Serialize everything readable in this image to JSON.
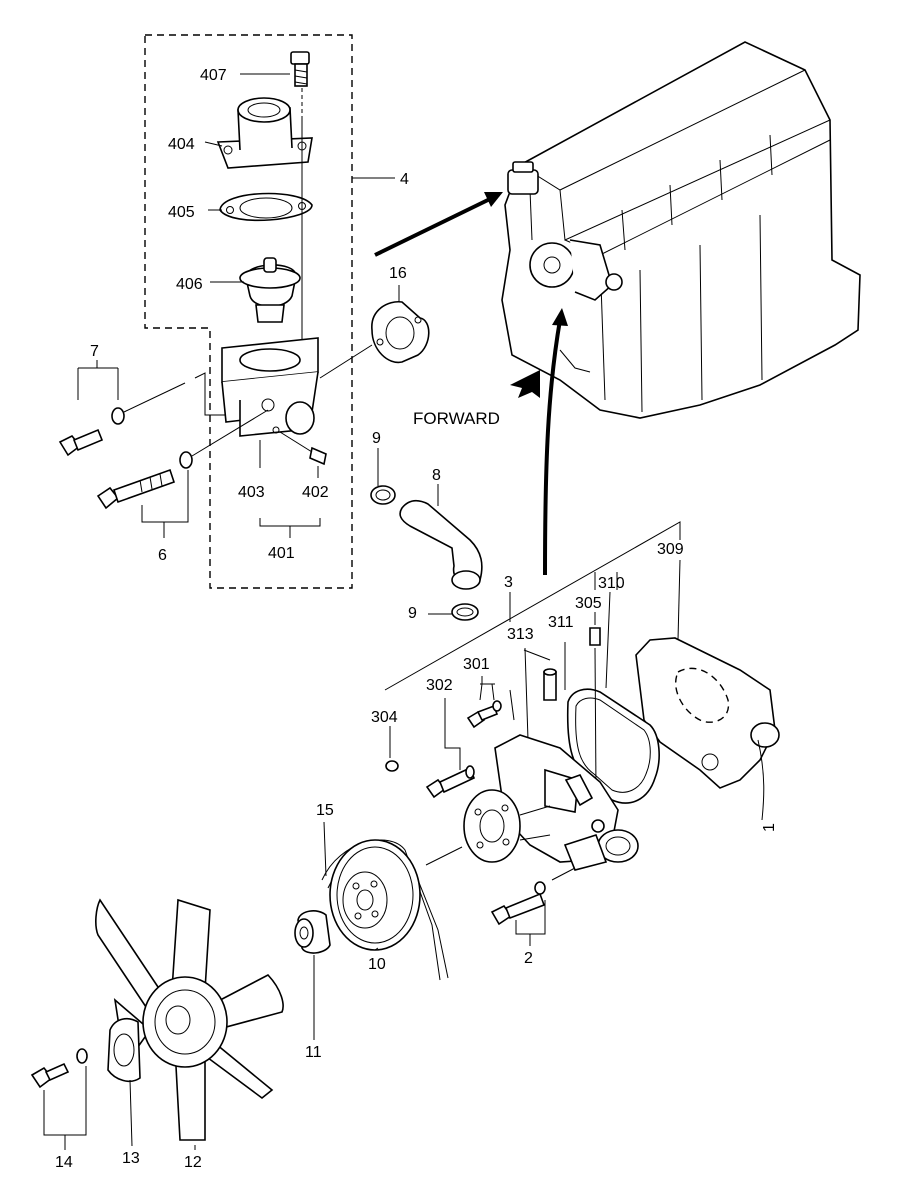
{
  "forward_label": "FORWARD",
  "callouts": {
    "c407": "407",
    "c404": "404",
    "c405": "405",
    "c406": "406",
    "c4": "4",
    "c16": "16",
    "c7": "7",
    "c403": "403",
    "c402": "402",
    "c401": "401",
    "c6": "6",
    "c9a": "9",
    "c8": "8",
    "c9b": "9",
    "c3": "3",
    "c309": "309",
    "c310": "310",
    "c305": "305",
    "c311": "311",
    "c313": "313",
    "c301": "301",
    "c302": "302",
    "c304": "304",
    "c1": "1",
    "c15": "15",
    "c2": "2",
    "c10": "10",
    "c11": "11",
    "c12": "12",
    "c13": "13",
    "c14": "14"
  },
  "colors": {
    "ink": "#000000",
    "paper": "#ffffff"
  }
}
